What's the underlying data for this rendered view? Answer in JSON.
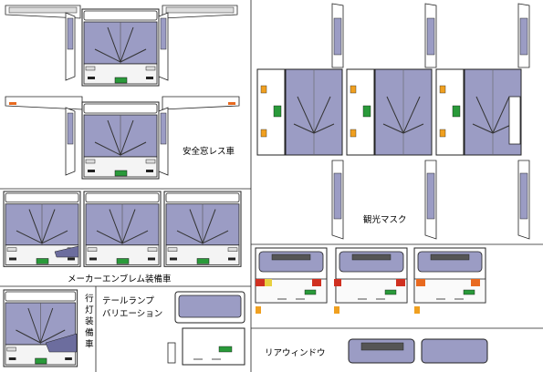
{
  "labels": {
    "safety_window": "安全窓レス車",
    "sightseeing_mask": "観光マスク",
    "maker_emblem": "メーカーエンブレム装備車",
    "destination_lamp": "行灯装備車",
    "tail_lamp_line1": "テールランプ",
    "tail_lamp_line2": "バリエーション",
    "rear_window": "リアウィンドウ"
  },
  "colors": {
    "window": "#9b9cc4",
    "outline": "#222222",
    "bumper": "#eeeeee",
    "plate": "#2a9a3a",
    "lamp_amber": "#f0a020",
    "lamp_red": "#d03020",
    "lamp_orange": "#e86a20",
    "lamp_yellow": "#e8d040"
  }
}
